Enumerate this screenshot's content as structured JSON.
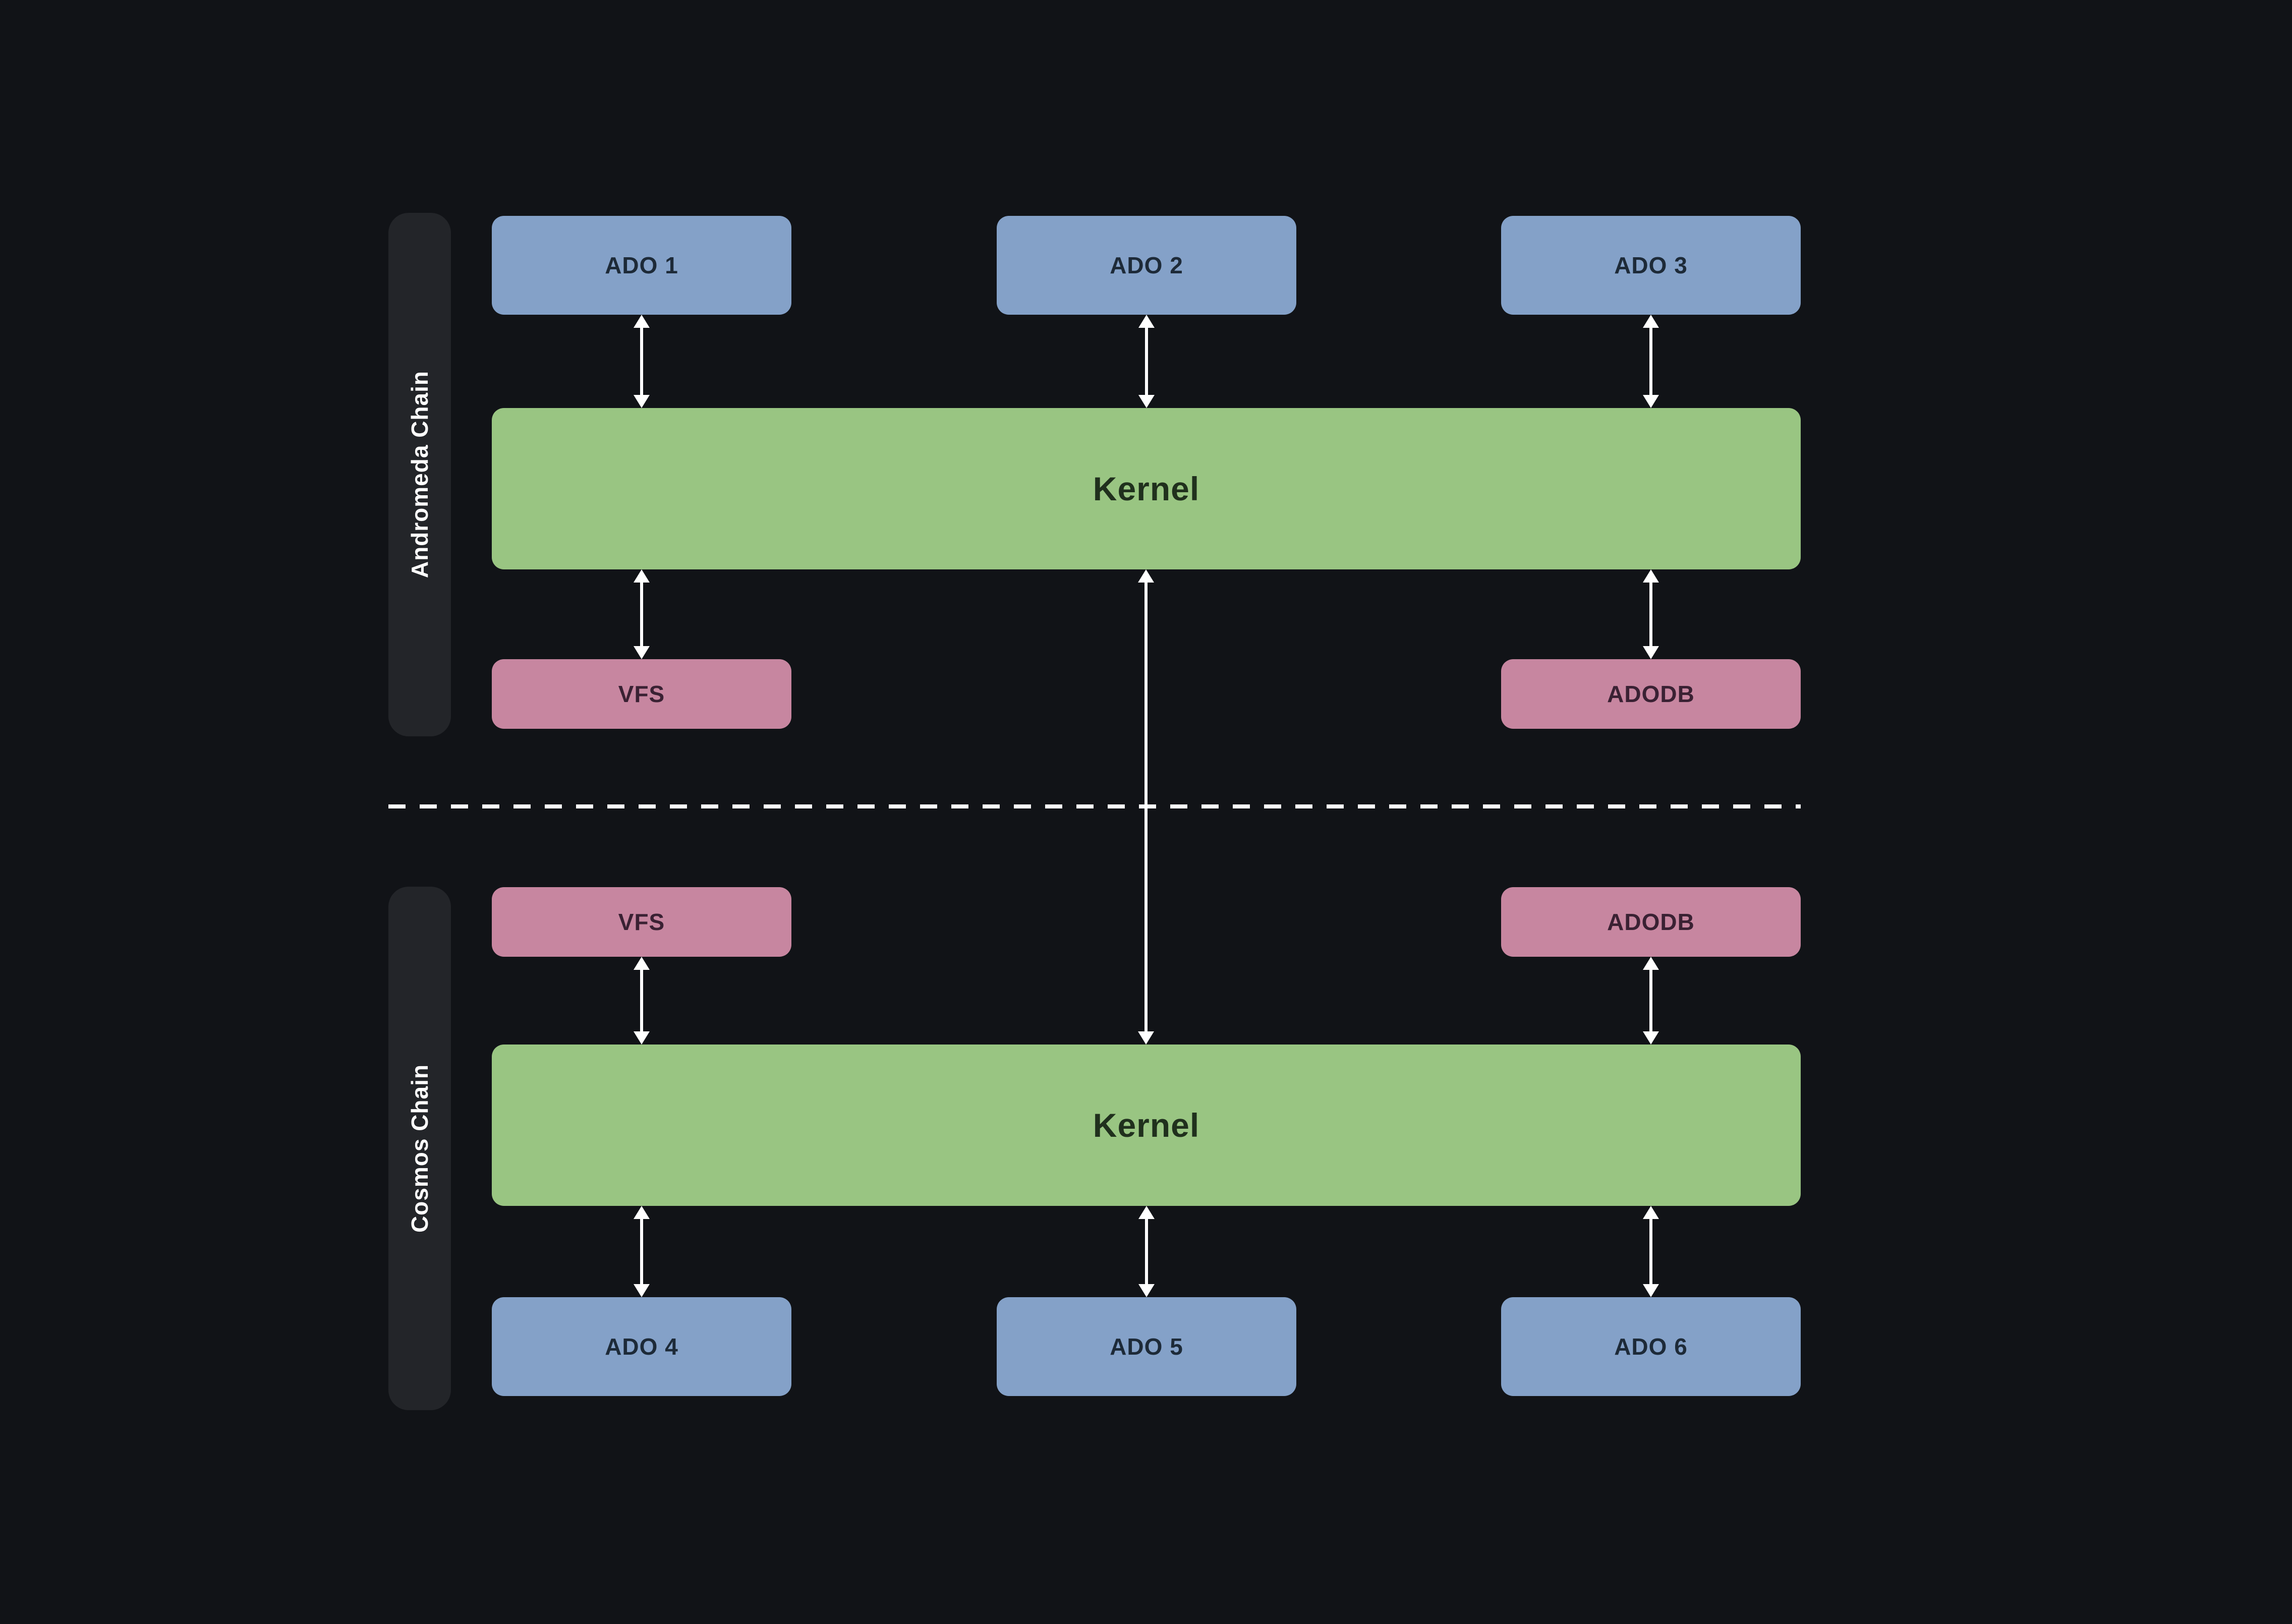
{
  "diagram": {
    "type": "architecture-diagram",
    "background": "#111317"
  },
  "palette": {
    "ado_box": "#84A1C8",
    "ado_text": "#1D2A38",
    "kernel_box": "#99C582",
    "kernel_text": "#20301D",
    "module_box": "#C786A0",
    "module_text": "#3A2133",
    "section_pill": "#232529",
    "section_text": "#FFFFFF",
    "arrow": "#FFFFFF",
    "divider": "#FFFFFF"
  },
  "sections": [
    {
      "label": "Andromeda Chain"
    },
    {
      "label": "Cosmos Chain"
    }
  ],
  "nodes": [
    {
      "label": "ADO 1",
      "type": "ado",
      "section": "Andromeda Chain"
    },
    {
      "label": "ADO 2",
      "type": "ado",
      "section": "Andromeda Chain"
    },
    {
      "label": "ADO 3",
      "type": "ado",
      "section": "Andromeda Chain"
    },
    {
      "label": "Kernel",
      "type": "kernel",
      "section": "Andromeda Chain"
    },
    {
      "label": "VFS",
      "type": "module",
      "section": "Andromeda Chain"
    },
    {
      "label": "ADODB",
      "type": "module",
      "section": "Andromeda Chain"
    },
    {
      "label": "VFS",
      "type": "module",
      "section": "Cosmos Chain"
    },
    {
      "label": "ADODB",
      "type": "module",
      "section": "Cosmos Chain"
    },
    {
      "label": "Kernel",
      "type": "kernel",
      "section": "Cosmos Chain"
    },
    {
      "label": "ADO 4",
      "type": "ado",
      "section": "Cosmos Chain"
    },
    {
      "label": "ADO 5",
      "type": "ado",
      "section": "Cosmos Chain"
    },
    {
      "label": "ADO 6",
      "type": "ado",
      "section": "Cosmos Chain"
    }
  ],
  "divider": {
    "style": "dashed",
    "separates": [
      "Andromeda Chain",
      "Cosmos Chain"
    ]
  },
  "edges": [
    {
      "from": "ADO 1",
      "to": "Kernel (Andromeda Chain)",
      "direction": "bidirectional"
    },
    {
      "from": "ADO 2",
      "to": "Kernel (Andromeda Chain)",
      "direction": "bidirectional"
    },
    {
      "from": "ADO 3",
      "to": "Kernel (Andromeda Chain)",
      "direction": "bidirectional"
    },
    {
      "from": "Kernel (Andromeda Chain)",
      "to": "VFS (Andromeda Chain)",
      "direction": "bidirectional"
    },
    {
      "from": "Kernel (Andromeda Chain)",
      "to": "ADODB (Andromeda Chain)",
      "direction": "bidirectional"
    },
    {
      "from": "Kernel (Andromeda Chain)",
      "to": "Kernel (Cosmos Chain)",
      "direction": "bidirectional"
    },
    {
      "from": "VFS (Cosmos Chain)",
      "to": "Kernel (Cosmos Chain)",
      "direction": "bidirectional"
    },
    {
      "from": "ADODB (Cosmos Chain)",
      "to": "Kernel (Cosmos Chain)",
      "direction": "bidirectional"
    },
    {
      "from": "Kernel (Cosmos Chain)",
      "to": "ADO 4",
      "direction": "bidirectional"
    },
    {
      "from": "Kernel (Cosmos Chain)",
      "to": "ADO 5",
      "direction": "bidirectional"
    },
    {
      "from": "Kernel (Cosmos Chain)",
      "to": "ADO 6",
      "direction": "bidirectional"
    }
  ]
}
